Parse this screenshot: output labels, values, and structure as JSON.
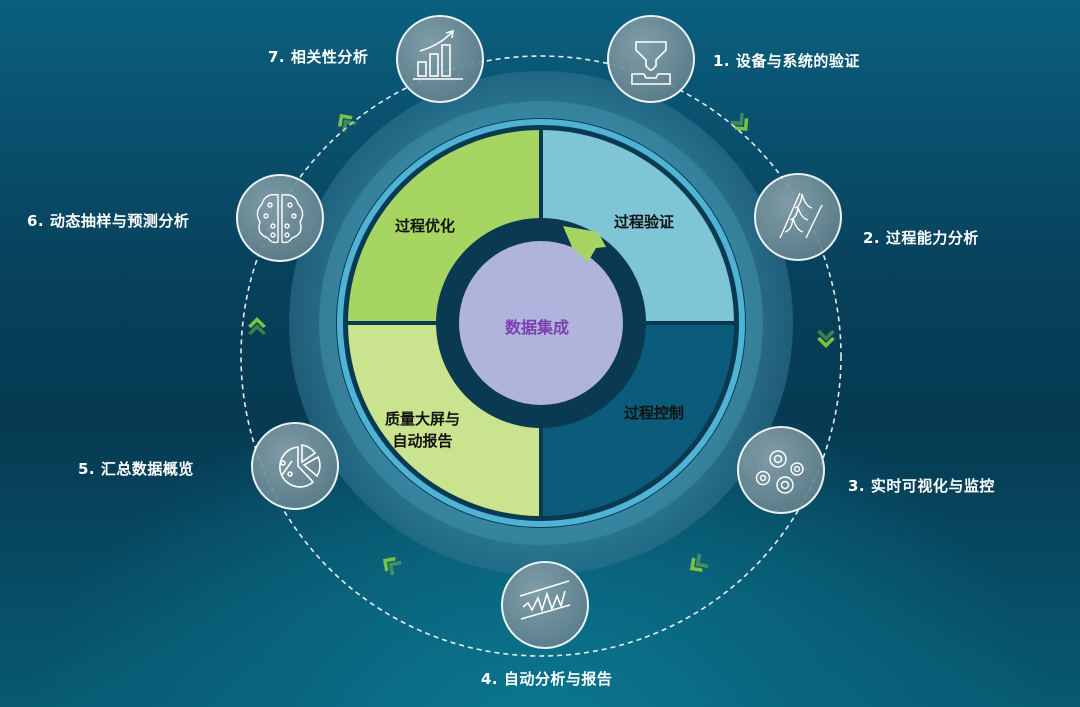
{
  "diagram": {
    "center": {
      "label": "数据集成",
      "color": "#b0b4dc",
      "text_color": "#7a3fb0"
    },
    "quadrants": [
      {
        "id": "top-left",
        "label": "过程优化",
        "color": "#a6d561"
      },
      {
        "id": "top-right",
        "label": "过程验证",
        "color": "#7ec5d6"
      },
      {
        "id": "bottom-right",
        "label": "过程控制",
        "color": "#0b5b7a"
      },
      {
        "id": "bottom-left",
        "line1": "质量大屏与",
        "line2": "自动报告",
        "color": "#c9e38e"
      }
    ],
    "steps": [
      {
        "n": "1.",
        "label": "1.  设备与系统的验证",
        "icon": "hopper-machine-icon"
      },
      {
        "n": "2.",
        "label": "2. 过程能力分析",
        "icon": "distribution-curves-icon"
      },
      {
        "n": "3.",
        "label": "3. 实时可视化与监控",
        "icon": "gears-icon"
      },
      {
        "n": "4.",
        "label": "4. 自动分析与报告",
        "icon": "trend-channel-icon"
      },
      {
        "n": "5.",
        "label": "5.  汇总数据概览",
        "icon": "pie-chart-percent-icon"
      },
      {
        "n": "6.",
        "label": "6.  动态抽样与预测分析",
        "icon": "brain-circuit-icon"
      },
      {
        "n": "7.",
        "label": "7.  相关性分析",
        "icon": "bar-chart-growth-icon"
      }
    ],
    "colors": {
      "accent_green": "#7cc242",
      "ring_blue": "#4fb3d6",
      "dark_ring": "#0a3a52"
    }
  }
}
